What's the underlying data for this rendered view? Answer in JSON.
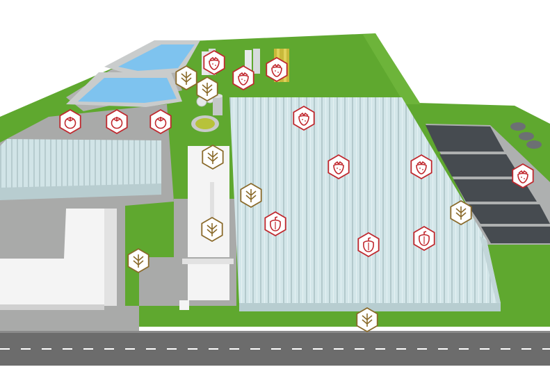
{
  "colors": {
    "grass": "#5fa82f",
    "road": "#6c6c6c",
    "road_marking": "#ffffff",
    "paved": "#a9aaa9",
    "greenhouse_roof": "#cfe3e6",
    "greenhouse_side": "#b4c8cb",
    "water": "#7ec3ef",
    "building": "#f4f4f4",
    "dark_panel": "#464b50",
    "marker_red": "#c0272d",
    "marker_brown": "#8a6a2a"
  },
  "markers": [
    {
      "id": "tomato-1",
      "icon": "tomato-icon",
      "type": "tomato",
      "ring": "red"
    },
    {
      "id": "tomato-2",
      "icon": "tomato-icon",
      "type": "tomato",
      "ring": "red"
    },
    {
      "id": "tomato-3",
      "icon": "tomato-icon",
      "type": "tomato",
      "ring": "red"
    },
    {
      "id": "strawberry-1",
      "icon": "strawberry-icon",
      "type": "strawberry",
      "ring": "red"
    },
    {
      "id": "strawberry-2",
      "icon": "strawberry-icon",
      "type": "strawberry",
      "ring": "red"
    },
    {
      "id": "strawberry-3",
      "icon": "strawberry-icon",
      "type": "strawberry",
      "ring": "red"
    },
    {
      "id": "strawberry-4",
      "icon": "strawberry-icon",
      "type": "strawberry",
      "ring": "red"
    },
    {
      "id": "strawberry-5",
      "icon": "strawberry-icon",
      "type": "strawberry",
      "ring": "red"
    },
    {
      "id": "strawberry-6",
      "icon": "strawberry-icon",
      "type": "strawberry",
      "ring": "red"
    },
    {
      "id": "strawberry-7",
      "icon": "strawberry-icon",
      "type": "strawberry",
      "ring": "red"
    },
    {
      "id": "plant-1",
      "icon": "plant-icon",
      "type": "plant",
      "ring": "brown"
    },
    {
      "id": "plant-2",
      "icon": "plant-icon",
      "type": "plant",
      "ring": "brown"
    },
    {
      "id": "plant-3",
      "icon": "plant-icon",
      "type": "plant",
      "ring": "brown"
    },
    {
      "id": "plant-4",
      "icon": "plant-icon",
      "type": "plant",
      "ring": "brown"
    },
    {
      "id": "plant-5",
      "icon": "plant-icon",
      "type": "plant",
      "ring": "brown"
    },
    {
      "id": "plant-6",
      "icon": "plant-icon",
      "type": "plant",
      "ring": "brown"
    },
    {
      "id": "plant-7",
      "icon": "plant-icon",
      "type": "plant",
      "ring": "brown"
    },
    {
      "id": "plant-8",
      "icon": "plant-icon",
      "type": "plant",
      "ring": "brown"
    },
    {
      "id": "pepper-1",
      "icon": "pepper-icon",
      "type": "pepper",
      "ring": "red"
    },
    {
      "id": "pepper-2",
      "icon": "pepper-icon",
      "type": "pepper",
      "ring": "red"
    },
    {
      "id": "pepper-3",
      "icon": "pepper-icon",
      "type": "pepper",
      "ring": "red"
    }
  ]
}
